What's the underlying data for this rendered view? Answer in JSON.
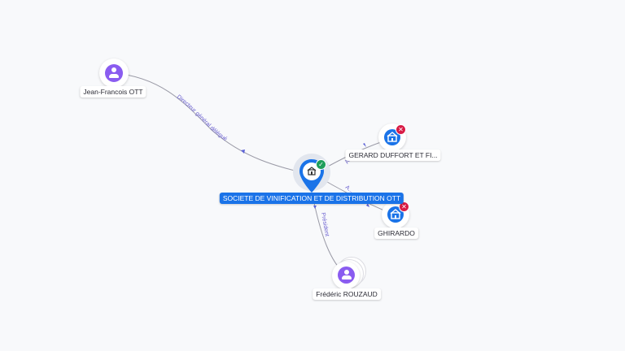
{
  "nodes": {
    "main_company": {
      "label": "SOCIETE DE VINIFICATION ET DE DISTRIBUTION OTT",
      "status": "active"
    },
    "person_jf": {
      "label": "Jean-Francois OTT"
    },
    "company_gerard": {
      "label": "GERARD DUFFORT ET FI...",
      "status": "closed"
    },
    "company_ghirardo": {
      "label": "GHIRARDO",
      "status": "closed"
    },
    "person_frederic": {
      "label": "Frédéric ROUZAUD"
    }
  },
  "edges": {
    "jf_to_main": {
      "label": "Directeur général délégué"
    },
    "gerard_to_main": {
      "label": "A..."
    },
    "ghirardo_to_main": {
      "label": "A..."
    },
    "frederic_to_main": {
      "label": "Président"
    }
  },
  "colors": {
    "primary": "#1a73e8",
    "person": "#8a5cf0",
    "closed_badge": "#d81b45",
    "active_badge": "#1e9e5a",
    "edge_label": "#6a5fd0"
  }
}
